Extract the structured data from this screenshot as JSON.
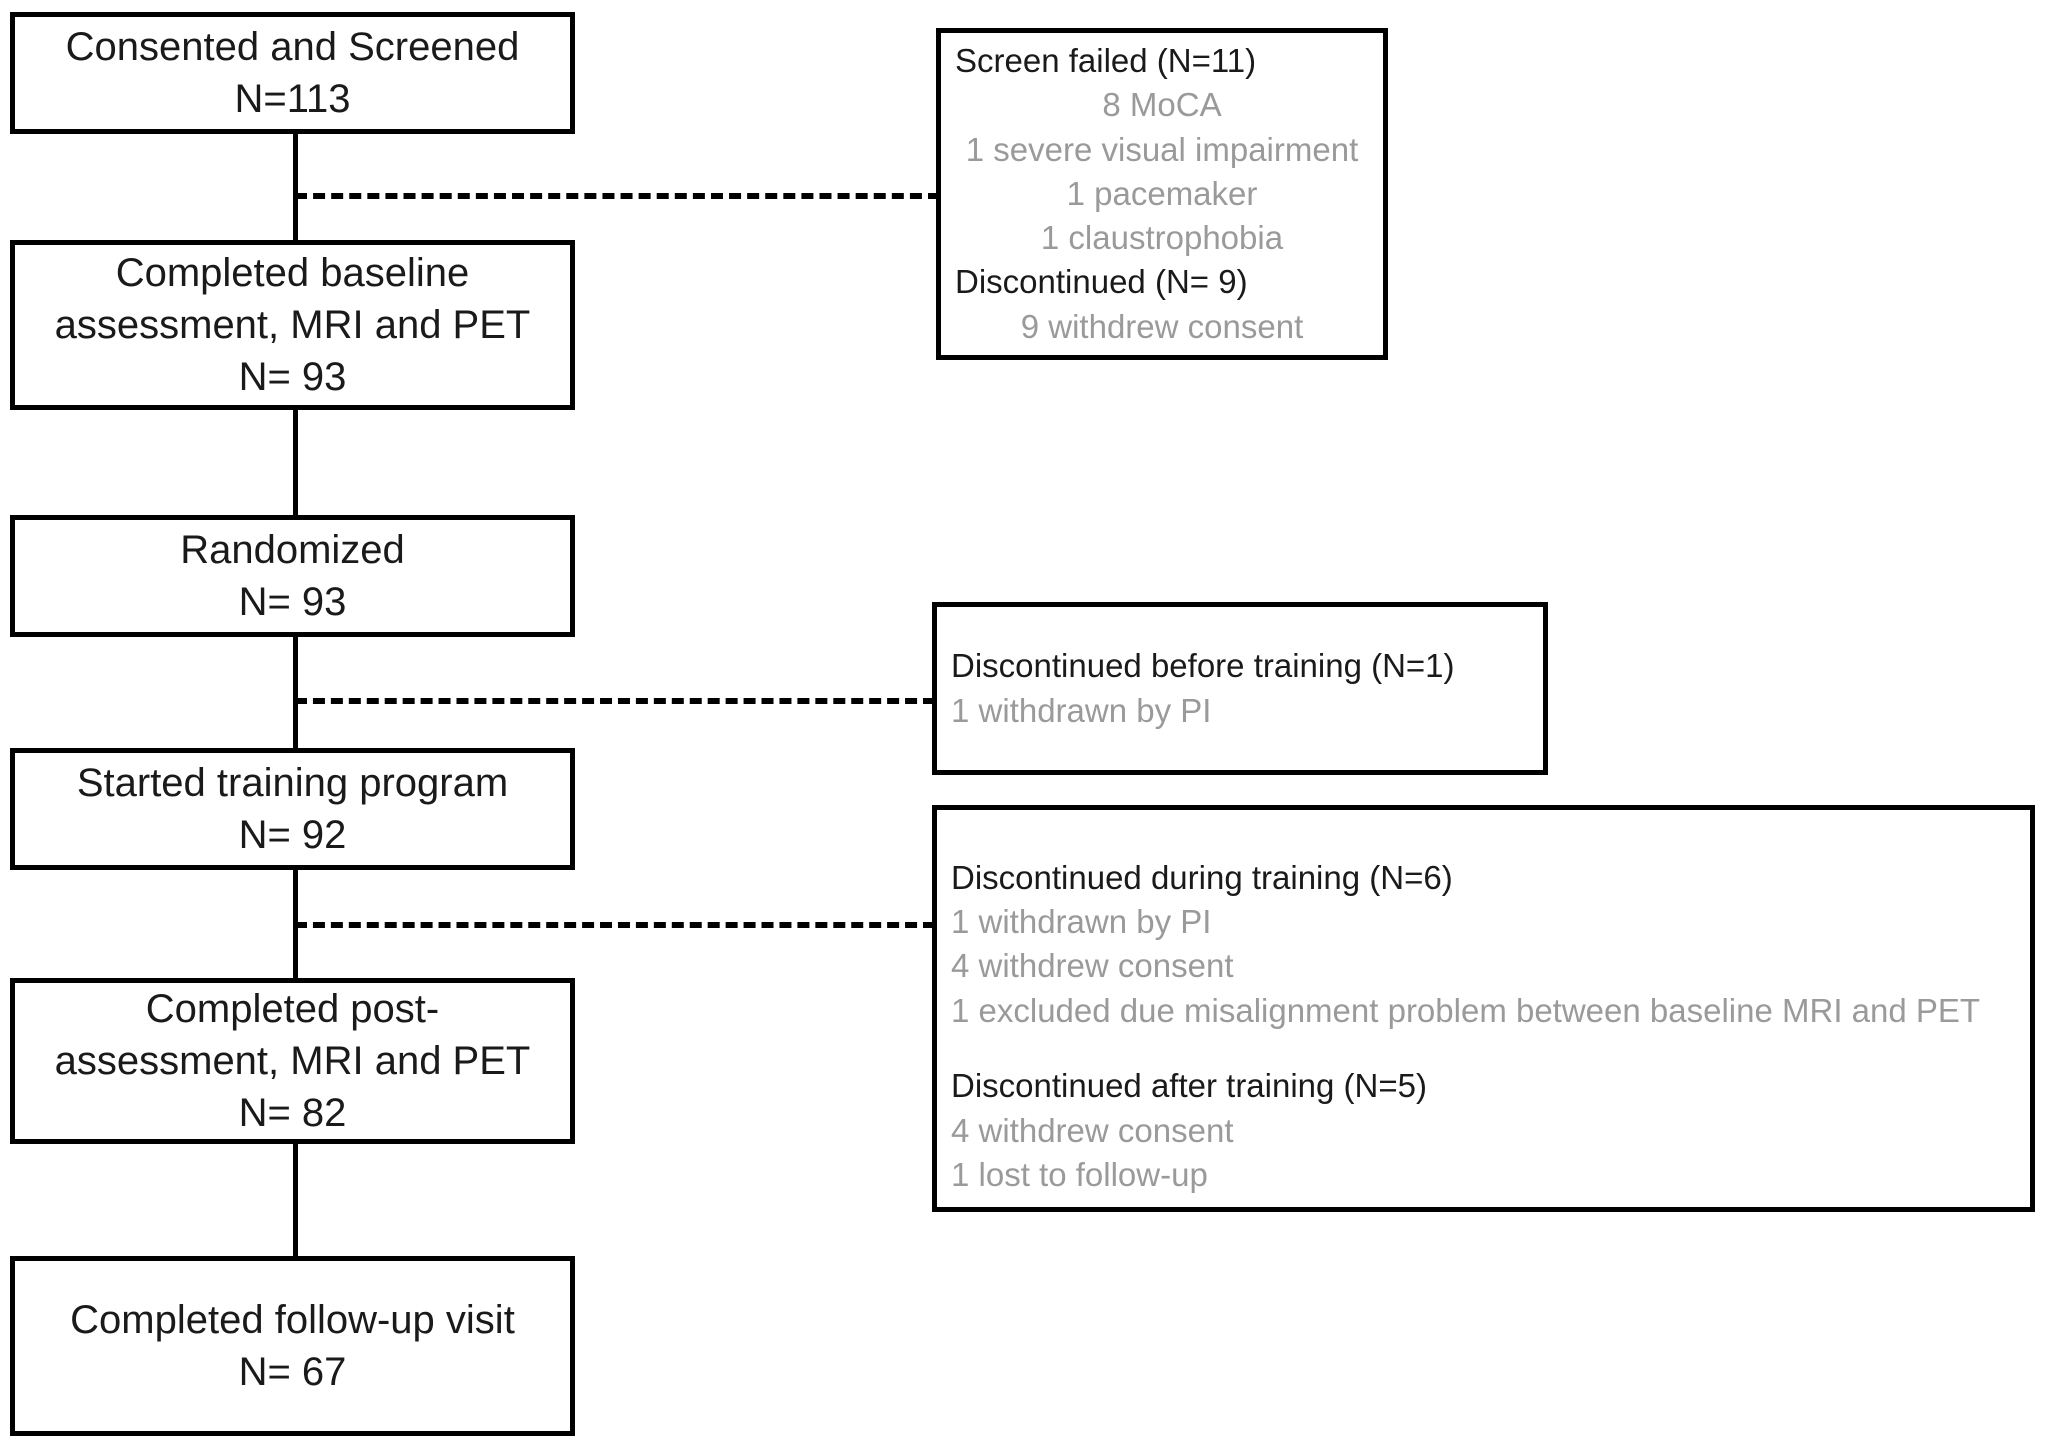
{
  "diagram": {
    "title": "CONSORT participant flow diagram",
    "colors": {
      "border": "#000000",
      "primary_text": "#1a1a1a",
      "secondary_text": "#9a9a9a",
      "background": "#ffffff"
    }
  },
  "flow_nodes": [
    {
      "id": "consented-screened",
      "lines": [
        "Consented and Screened",
        "N=113"
      ]
    },
    {
      "id": "completed-baseline",
      "lines": [
        "Completed baseline",
        "assessment, MRI and PET",
        "N= 93"
      ]
    },
    {
      "id": "randomized",
      "lines": [
        "Randomized",
        "N= 93"
      ]
    },
    {
      "id": "started-training",
      "lines": [
        "Started training program",
        "N= 92"
      ]
    },
    {
      "id": "completed-post-assessment",
      "lines": [
        "Completed post-",
        "assessment, MRI and PET",
        "N= 82"
      ]
    },
    {
      "id": "completed-followup",
      "lines": [
        "Completed follow-up visit",
        "N= 67"
      ]
    }
  ],
  "exclusion_boxes": [
    {
      "id": "screen-failed",
      "groups": [
        {
          "header": "Screen failed (N=11)",
          "items": [
            "8 MoCA",
            "1 severe visual impairment",
            "1 pacemaker",
            "1 claustrophobia"
          ]
        },
        {
          "header": "Discontinued (N= 9)",
          "items": [
            "9 withdrew consent"
          ]
        }
      ]
    },
    {
      "id": "discontinued-before-training",
      "groups": [
        {
          "header": "Discontinued before training (N=1)",
          "items": [
            "1 withdrawn by PI"
          ]
        }
      ]
    },
    {
      "id": "discontinued-during-after-training",
      "groups": [
        {
          "header": "Discontinued during training (N=6)",
          "items": [
            "1 withdrawn by PI",
            "4 withdrew consent",
            "1 excluded due misalignment problem between baseline MRI and PET"
          ]
        },
        {
          "header": "Discontinued after training (N=5)",
          "items": [
            "4 withdrew consent",
            "1 lost to follow-up"
          ]
        }
      ]
    }
  ]
}
